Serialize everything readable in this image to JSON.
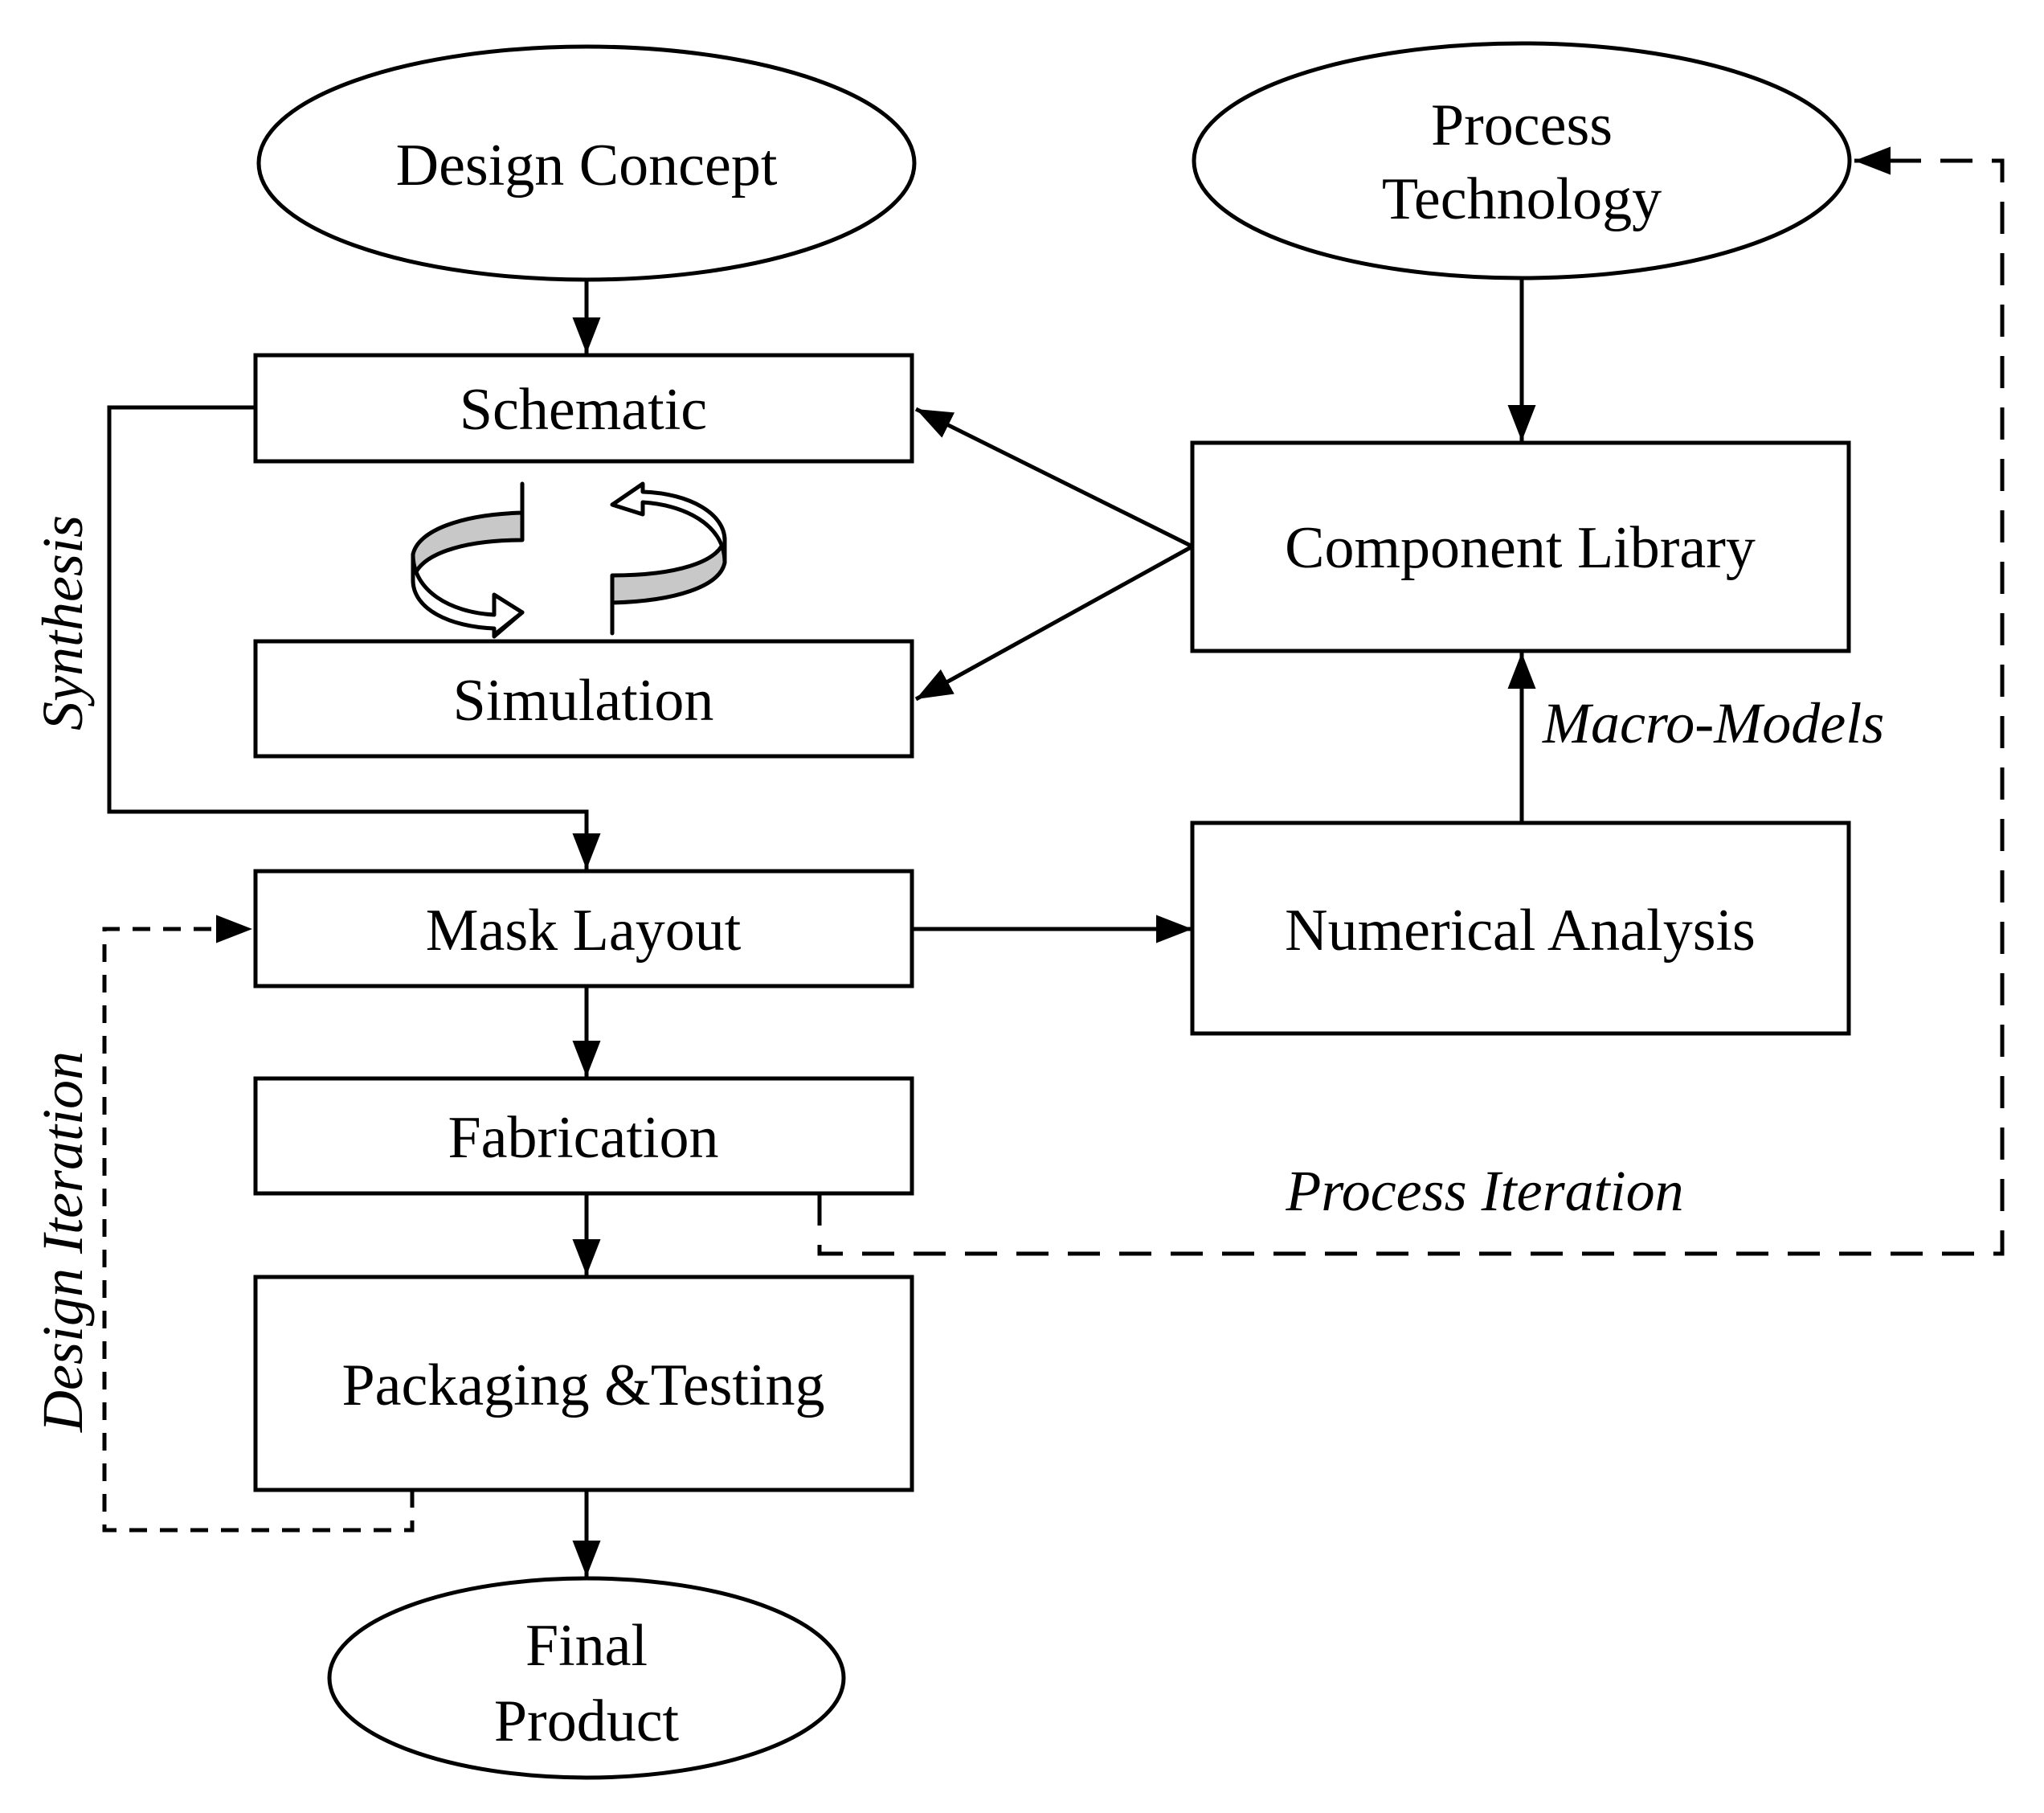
{
  "nodes": {
    "design_concept": "Design Concept",
    "process_technology": [
      "Process",
      "Technology"
    ],
    "schematic": "Schematic",
    "simulation": "Simulation",
    "component_library": "Component Library",
    "mask_layout": "Mask Layout",
    "numerical_analysis": "Numerical Analysis",
    "fabrication": "Fabrication",
    "packaging_testing": "Packaging &Testing",
    "final_product": [
      "Final",
      "Product"
    ]
  },
  "edge_labels": {
    "synthesis": "Synthesis",
    "macro_models": "Macro-Models",
    "design_iteration": "Design Iteration",
    "process_iteration": "Process Iteration"
  },
  "colors": {
    "line": "#000000",
    "cycle_arrow_fill": "#c8c8c8",
    "background": "#ffffff"
  }
}
